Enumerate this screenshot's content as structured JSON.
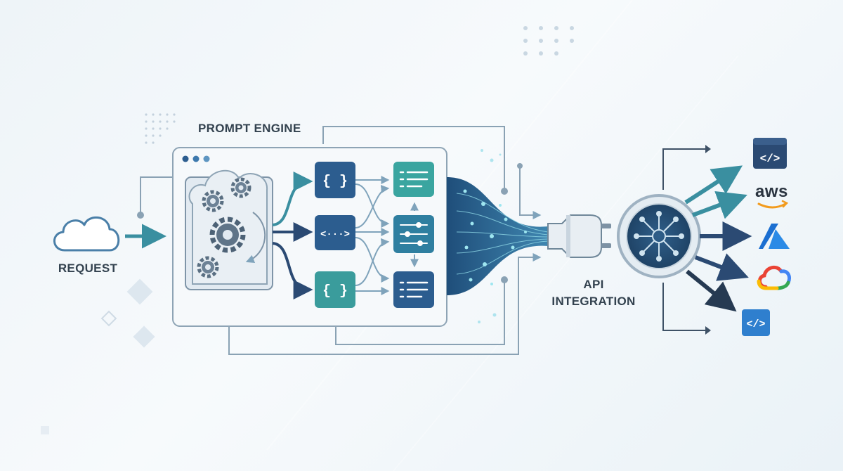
{
  "labels": {
    "request": "REQUEST",
    "prompt_engine": "PROMPT ENGINE",
    "api_line1": "API",
    "api_line2": "INTEGRATION"
  },
  "modules": [
    {
      "symbol": "{ }",
      "color": "#2c5d8f"
    },
    {
      "symbol": "<···>",
      "color": "#2c5d8f"
    },
    {
      "symbol": "{ }",
      "color": "#3a9c9c"
    }
  ],
  "outputs": [
    {
      "kind": "list",
      "color": "#3aa5a0"
    },
    {
      "kind": "sliders",
      "color": "#2f7fa0"
    },
    {
      "kind": "list",
      "color": "#2c5d8f"
    }
  ],
  "providers": [
    {
      "name": "code-window-icon",
      "text": "</>"
    },
    {
      "name": "aws-logo",
      "text": "aws"
    },
    {
      "name": "azure-logo",
      "text": ""
    },
    {
      "name": "google-cloud-logo",
      "text": ""
    },
    {
      "name": "code-badge-icon",
      "text": "</>"
    }
  ],
  "colors": {
    "navy": "#2b4a73",
    "teal": "#3a9c9c",
    "line": "#8aa2b4",
    "panel": "#f3f6f9"
  }
}
